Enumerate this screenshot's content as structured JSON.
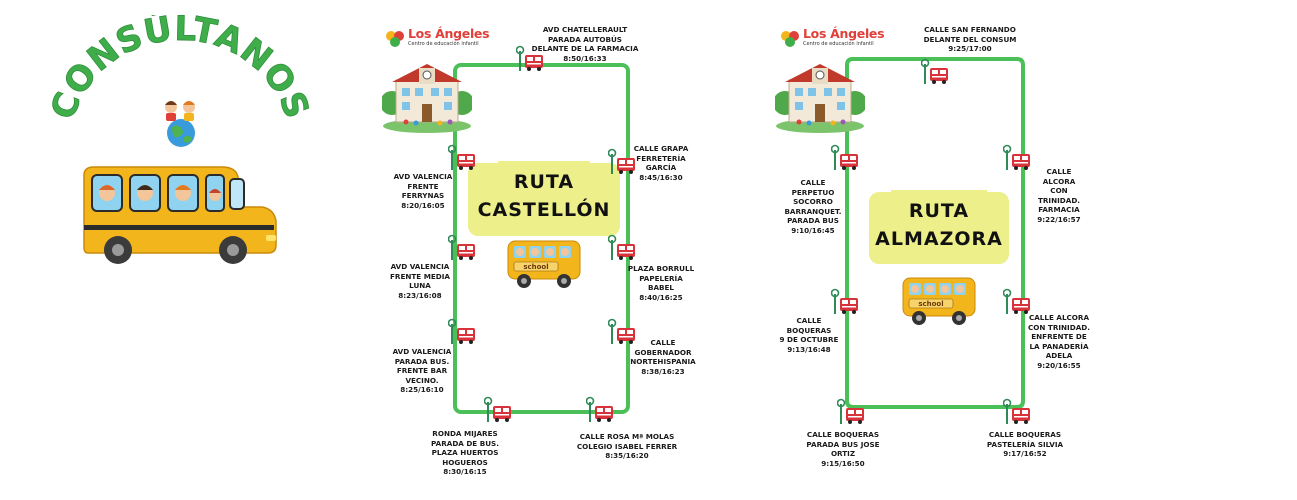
{
  "left_panel": {
    "headline": "CONSÚLTANOS"
  },
  "school": {
    "name": "Los Ángeles",
    "subtitle": "Centro de educación infantil"
  },
  "bus_sign": "school",
  "routes": [
    {
      "title_line1": "RUTA",
      "title_line2": "CASTELLÓN",
      "stops": [
        "AVD CHATELLERAULT\nPARADA AUTOBÚS\nDELANTE DE LA FARMACIA\n8:50/16:33",
        "CALLE GRAPA\nFERRETERÍA\nGARCÍA\n8:45/16:30",
        "PLAZA BORRULL\nPAPELERÍA BABEL\n8:40/16:25",
        "CALLE\nGOBERNADOR\nNORTEHISPANIA\n8:38/16:23",
        "CALLE ROSA Mª MOLAS\nCOLEGIO ISABEL FERRER\n8:35/16:20",
        "RONDA MIJARES\nPARADA DE BUS.\nPLAZA HUERTOS HOGUEROS\n8:30/16:15",
        "AVD VALENCIA\nPARADA BUS.\nFRENTE BAR\nVECINO.\n8:25/16:10",
        "AVD VALENCIA\nFRENTE MEDIA\nLUNA\n8:23/16:08",
        "AVD VALENCIA\nFRENTE FERRYNAS\n8:20/16:05"
      ]
    },
    {
      "title_line1": "RUTA",
      "title_line2": "ALMAZORA",
      "stops": [
        "CALLE SAN FERNANDO\nDELANTE DEL CONSUM\n9:25/17:00",
        "CALLE ALCORA\nCON TRINIDAD.\nFARMACIA\n9:22/16:57",
        "CALLE ALCORA\nCON TRINIDAD.\nENFRENTE DE\nLA PANADERÍA\nADELA\n9:20/16:55",
        "CALLE BOQUERAS\nPASTELERÍA SILVIA\n9:17/16:52",
        "CALLE BOQUERAS\nPARADA BUS JOSE ORTIZ\n9:15/16:50",
        "CALLE BOQUERAS\n9 DE OCTUBRE\n9:13/16:48",
        "CALLE PERPETUO\nSOCORRO\nBARRANQUET.\nPARADA BUS\n9:10/16:45"
      ]
    }
  ],
  "colors": {
    "route_line": "#4bbf58",
    "headline_green": "#3fae4a",
    "title_box": "#ecef8a",
    "bus_red": "#d8323a",
    "stop_pole": "#2e8b57",
    "bus_yellow": "#f2b51b"
  },
  "icons": [
    "school-building-icon",
    "bus-stop-icon",
    "school-bus-icon",
    "earth-kids-icon",
    "logo-icon"
  ]
}
